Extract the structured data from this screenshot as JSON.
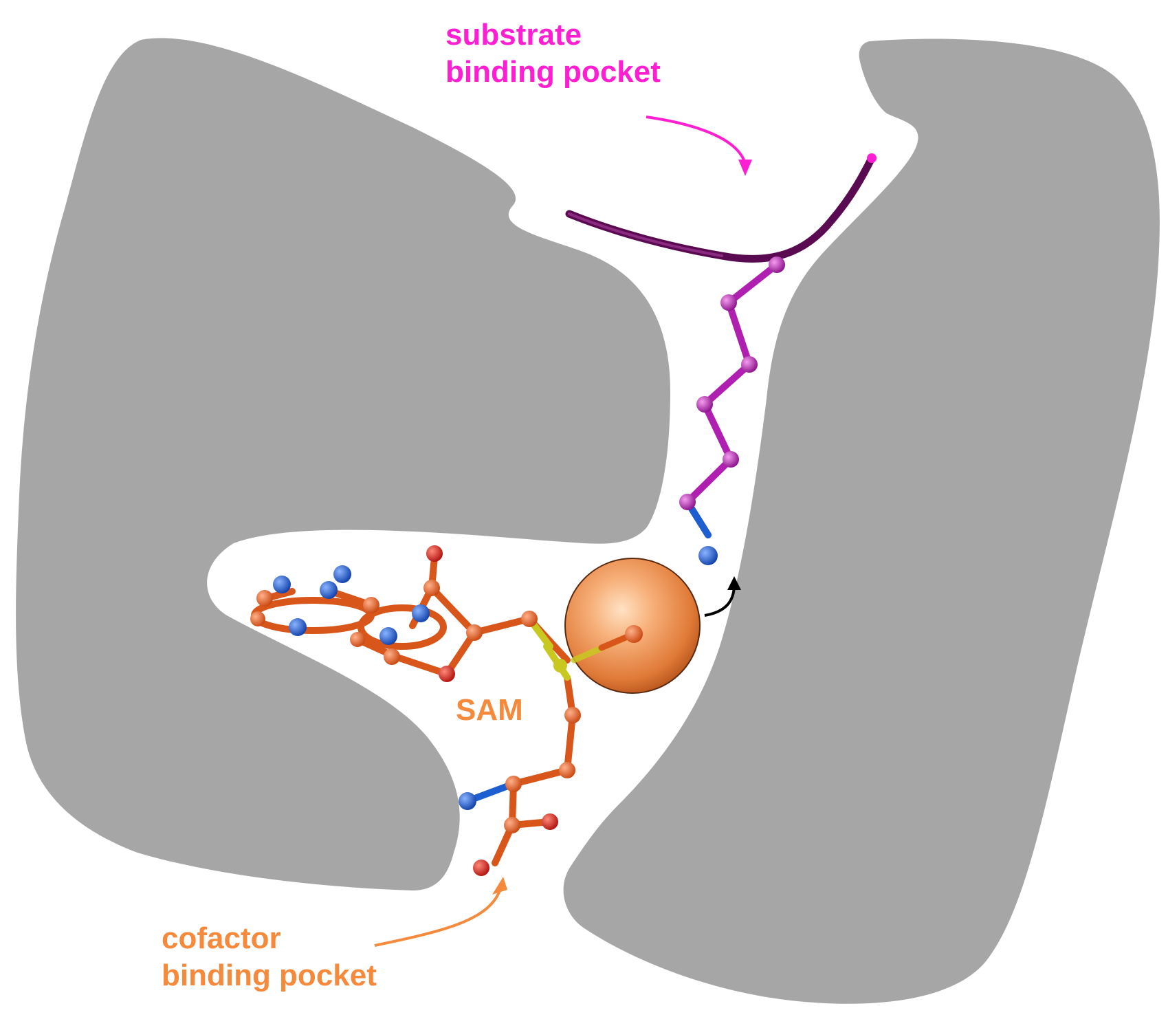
{
  "labels": {
    "substrate_line1": "substrate",
    "substrate_line2": "binding pocket",
    "cofactor_line1": "cofactor",
    "cofactor_line2": "binding pocket",
    "sam": "SAM"
  },
  "colors": {
    "protein_surface": "#a6a6a6",
    "substrate_magenta": "#ff1fd2",
    "substrate_chain": "#b020b0",
    "substrate_backbone": "#5a0a50",
    "cofactor_orange": "#f58a3c",
    "sam_carbon": "#d8561a",
    "nitrogen_blue": "#1d5fd0",
    "oxygen_red": "#e0201a",
    "sulfur_yellow": "#c8c820",
    "methyl_sphere": "#f0a060",
    "arrow_black": "#000000"
  },
  "icons": {
    "methyl_group": "methyl-sphere-icon",
    "transfer_arrow": "curved-arrow-icon"
  }
}
